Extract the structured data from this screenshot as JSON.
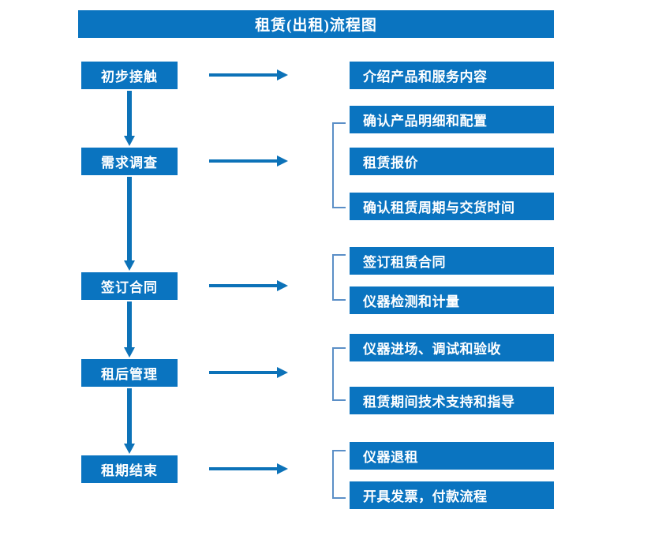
{
  "title": "租赁(出租)流程图",
  "colors": {
    "box_blue": "#0A74C0",
    "arrow_blue": "#0C72B8",
    "bracket_blue": "#5B8FC7",
    "text_white": "#FFFFFF",
    "background": "#FFFFFF"
  },
  "stages": [
    {
      "label": "初步接触"
    },
    {
      "label": "需求调查"
    },
    {
      "label": "签订合同"
    },
    {
      "label": "租后管理"
    },
    {
      "label": "租期结束"
    }
  ],
  "details": [
    {
      "label": "介绍产品和服务内容"
    },
    {
      "label": "确认产品明细和配置"
    },
    {
      "label": "租赁报价"
    },
    {
      "label": "确认租赁周期与交货时间"
    },
    {
      "label": "签订租赁合同"
    },
    {
      "label": "仪器检测和计量"
    },
    {
      "label": "仪器进场、调试和验收"
    },
    {
      "label": "租赁期间技术支持和指导"
    },
    {
      "label": "仪器退租"
    },
    {
      "label": "开具发票，付款流程"
    }
  ],
  "groups": [
    {
      "stage": "初步接触",
      "details": [
        "介绍产品和服务内容"
      ]
    },
    {
      "stage": "需求调查",
      "details": [
        "确认产品明细和配置",
        "租赁报价",
        "确认租赁周期与交货时间"
      ]
    },
    {
      "stage": "签订合同",
      "details": [
        "签订租赁合同",
        "仪器检测和计量"
      ]
    },
    {
      "stage": "租后管理",
      "details": [
        "仪器进场、调试和验收",
        "租赁期间技术支持和指导"
      ]
    },
    {
      "stage": "租期结束",
      "details": [
        "仪器退租",
        "开具发票，付款流程"
      ]
    }
  ]
}
